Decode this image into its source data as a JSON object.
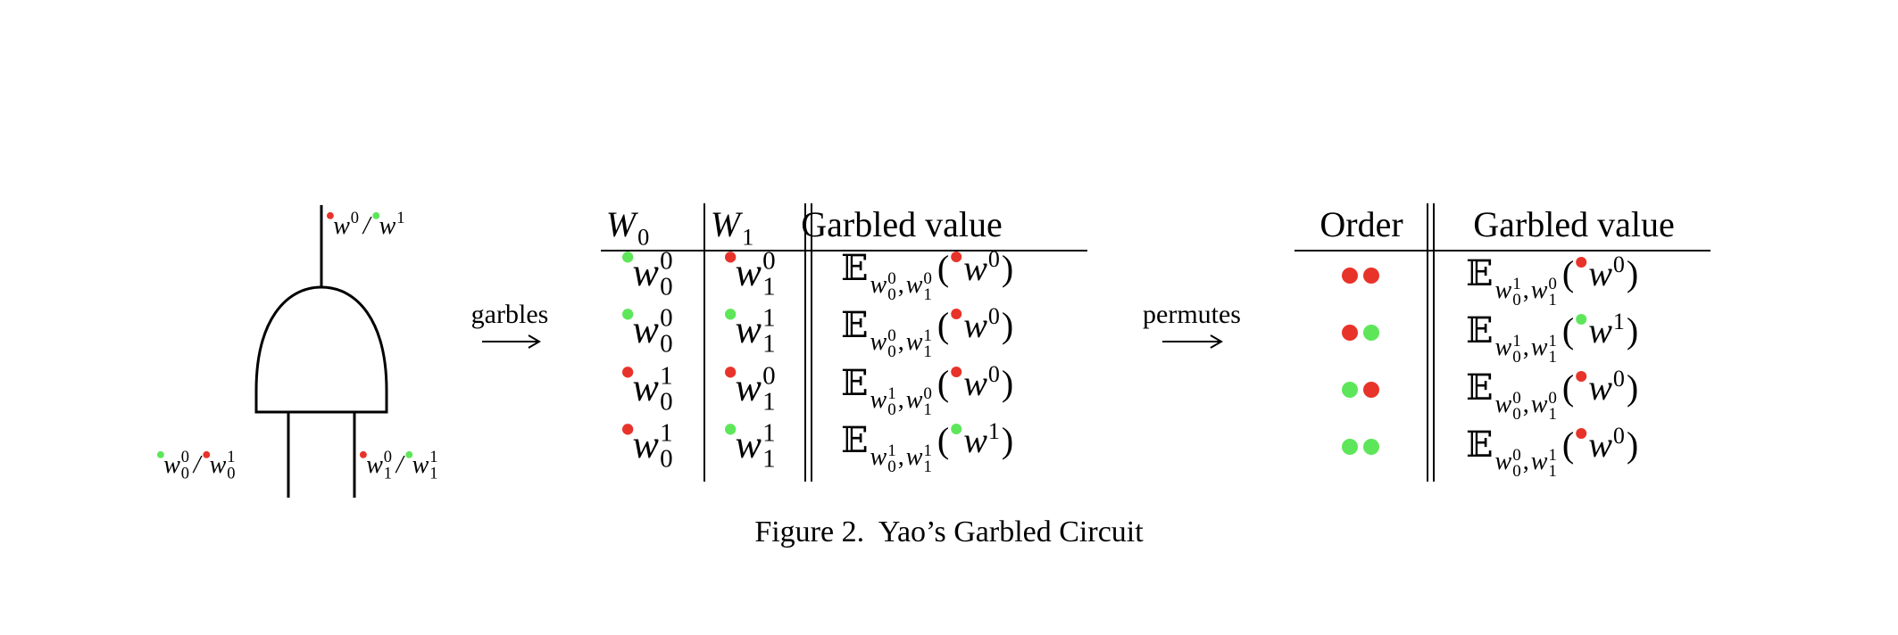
{
  "colors": {
    "red": "#e8332a",
    "green": "#5ee65a"
  },
  "gate": {
    "output_label": {
      "parts": [
        {
          "dot": "red",
          "letter": "w",
          "sup": "0"
        },
        {
          "sep": "/"
        },
        {
          "dot": "green",
          "letter": "w",
          "sup": "1"
        }
      ]
    },
    "left_input_label": {
      "parts": [
        {
          "dot": "green",
          "letter": "w",
          "sub": "0",
          "sup": "0"
        },
        {
          "sep": "/"
        },
        {
          "dot": "red",
          "letter": "w",
          "sub": "0",
          "sup": "1"
        }
      ]
    },
    "right_input_label": {
      "parts": [
        {
          "dot": "red",
          "letter": "w",
          "sub": "1",
          "sup": "0"
        },
        {
          "sep": "/"
        },
        {
          "dot": "green",
          "letter": "w",
          "sub": "1",
          "sup": "1"
        }
      ]
    }
  },
  "arrows": {
    "garbles": "garbles",
    "permutes": "permutes"
  },
  "table1": {
    "headers": {
      "w0": {
        "letter": "W",
        "sub": "0"
      },
      "w1": {
        "letter": "W",
        "sub": "1"
      },
      "garbled": "Garbled value"
    },
    "rows": [
      {
        "w0": {
          "dot": "green",
          "sub": "0",
          "sup": "0"
        },
        "w1": {
          "dot": "red",
          "sub": "1",
          "sup": "0"
        },
        "enc": {
          "k0sup": "0",
          "k1sup": "0",
          "dot": "red",
          "sup": "0"
        }
      },
      {
        "w0": {
          "dot": "green",
          "sub": "0",
          "sup": "0"
        },
        "w1": {
          "dot": "green",
          "sub": "1",
          "sup": "1"
        },
        "enc": {
          "k0sup": "0",
          "k1sup": "1",
          "dot": "red",
          "sup": "0"
        }
      },
      {
        "w0": {
          "dot": "red",
          "sub": "0",
          "sup": "1"
        },
        "w1": {
          "dot": "red",
          "sub": "1",
          "sup": "0"
        },
        "enc": {
          "k0sup": "1",
          "k1sup": "0",
          "dot": "red",
          "sup": "0"
        }
      },
      {
        "w0": {
          "dot": "red",
          "sub": "0",
          "sup": "1"
        },
        "w1": {
          "dot": "green",
          "sub": "1",
          "sup": "1"
        },
        "enc": {
          "k0sup": "1",
          "k1sup": "1",
          "dot": "green",
          "sup": "1"
        }
      }
    ]
  },
  "table2": {
    "headers": {
      "order": "Order",
      "garbled": "Garbled value"
    },
    "rows": [
      {
        "order": [
          "red",
          "red"
        ],
        "enc": {
          "k0sup": "1",
          "k1sup": "0",
          "dot": "red",
          "sup": "0"
        }
      },
      {
        "order": [
          "red",
          "green"
        ],
        "enc": {
          "k0sup": "1",
          "k1sup": "1",
          "dot": "green",
          "sup": "1"
        }
      },
      {
        "order": [
          "green",
          "red"
        ],
        "enc": {
          "k0sup": "0",
          "k1sup": "0",
          "dot": "red",
          "sup": "0"
        }
      },
      {
        "order": [
          "green",
          "green"
        ],
        "enc": {
          "k0sup": "0",
          "k1sup": "1",
          "dot": "red",
          "sup": "0"
        }
      }
    ]
  },
  "math": {
    "E": "𝔼",
    "w": "w",
    "comma": ",",
    "lparen": "(",
    "rparen": ")"
  },
  "caption": "Figure 2.  Yao’s Garbled Circuit"
}
